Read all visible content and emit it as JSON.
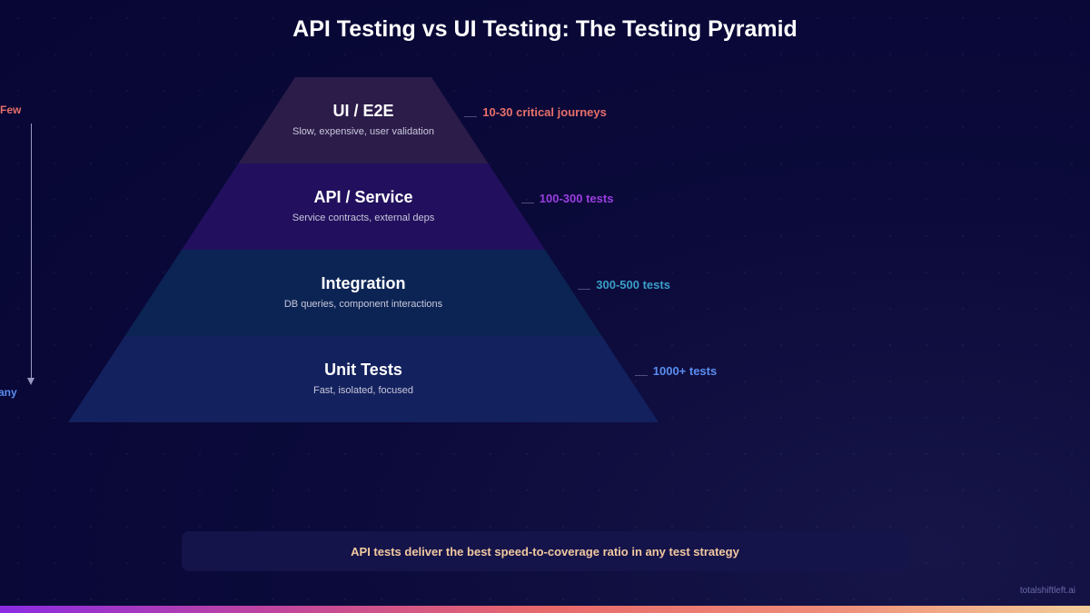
{
  "title": "API Testing vs UI Testing: The Testing Pyramid",
  "axis": {
    "top_label": "Few",
    "bottom_label": "Many"
  },
  "layers": [
    {
      "title": "UI / E2E",
      "description": "Slow, expensive, user validation",
      "count": "10-30 critical journeys",
      "fill": "#2c1c4a",
      "count_color": "#e8706a"
    },
    {
      "title": "API / Service",
      "description": "Service contracts, external deps",
      "count": "100-300 tests",
      "fill": "#22105e",
      "count_color": "#9a3ee0"
    },
    {
      "title": "Integration",
      "description": "DB queries, component interactions",
      "count": "300-500 tests",
      "fill": "#0c2454",
      "count_color": "#3a9ec8"
    },
    {
      "title": "Unit Tests",
      "description": "Fast, isolated, focused",
      "count": "1000+ tests",
      "fill": "#13215e",
      "count_color": "#5b8ef0"
    }
  ],
  "banner": "API tests deliver the best speed-to-coverage ratio in any test strategy",
  "brand": "totalshiftleft.ai"
}
